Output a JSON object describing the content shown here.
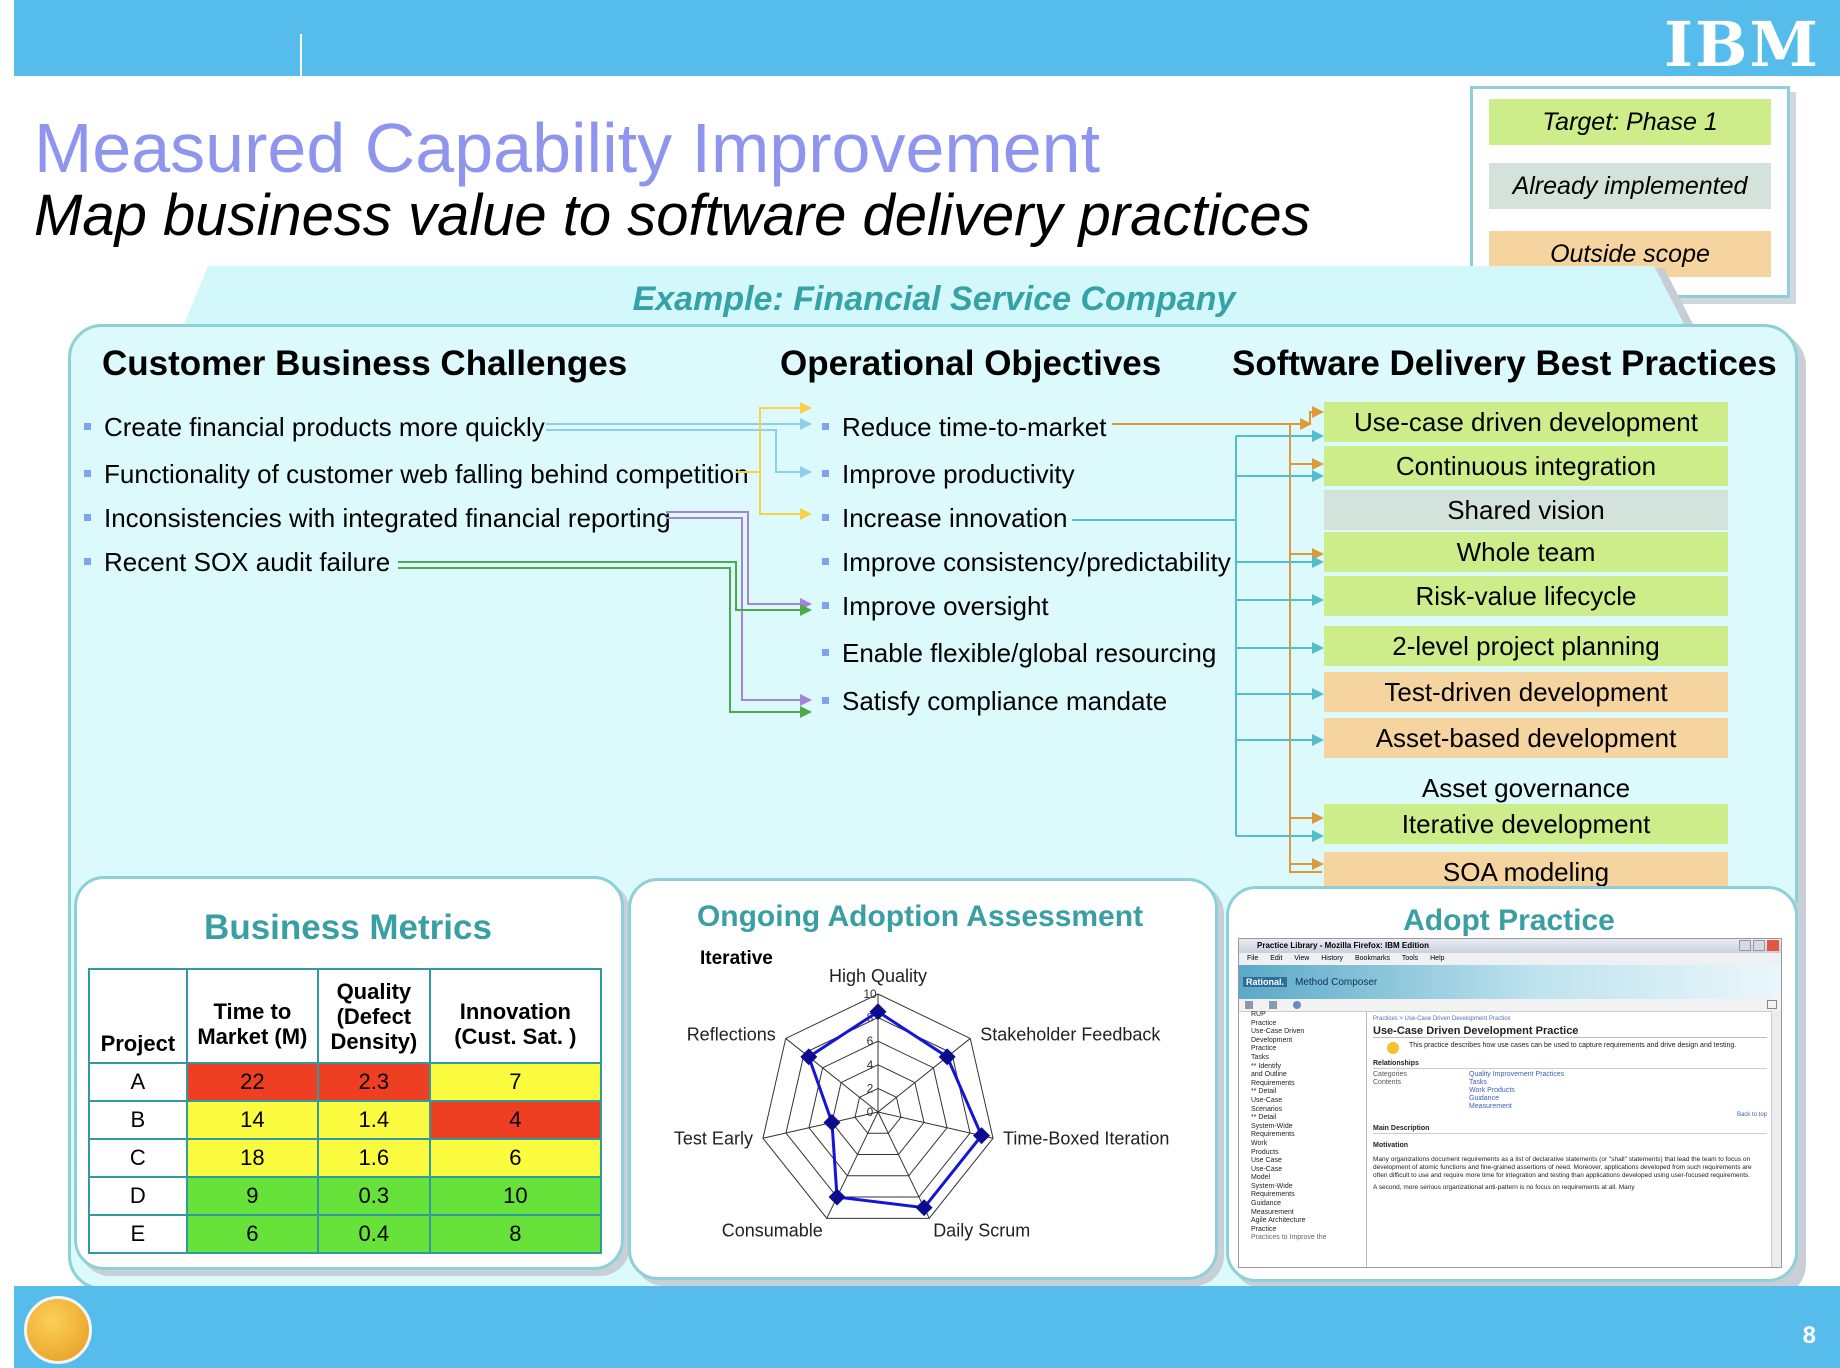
{
  "header": {
    "logo": "IBM",
    "page_number": "8"
  },
  "title": "Measured Capability Improvement",
  "subtitle": "Map business value to software delivery practices",
  "legend": [
    {
      "label": "Target: Phase 1",
      "color": "#cdec8a"
    },
    {
      "label": "Already implemented",
      "color": "#d3e2da"
    },
    {
      "label": "Outside scope",
      "color": "#f5d49f"
    }
  ],
  "example_label": "Example: Financial Service Company",
  "columns": {
    "challenges": "Customer Business Challenges",
    "objectives": "Operational Objectives",
    "practices": "Software Delivery Best Practices"
  },
  "challenges": [
    "Create financial products more quickly",
    "Functionality of customer web falling behind competition",
    "Inconsistencies with integrated financial reporting",
    "Recent SOX audit failure"
  ],
  "objectives": [
    "Reduce time-to-market",
    "Improve productivity",
    "Increase innovation",
    "Improve consistency/predictability",
    "Improve oversight",
    "Enable flexible/global resourcing",
    "Satisfy compliance mandate"
  ],
  "practices": [
    {
      "label": "Use-case driven development",
      "status": "target"
    },
    {
      "label": "Continuous integration",
      "status": "target"
    },
    {
      "label": "Shared vision",
      "status": "implemented"
    },
    {
      "label": "Whole team",
      "status": "target"
    },
    {
      "label": "Risk-value lifecycle",
      "status": "target"
    },
    {
      "label": "2-level project planning",
      "status": "target"
    },
    {
      "label": "Test-driven development",
      "status": "outside"
    },
    {
      "label": "Asset-based development",
      "status": "outside"
    },
    {
      "label": "Asset governance",
      "status": "none"
    },
    {
      "label": "Iterative development",
      "status": "target"
    },
    {
      "label": "SOA modeling",
      "status": "outside"
    }
  ],
  "status_colors": {
    "target": "#cdec8a",
    "implemented": "#d3e2da",
    "outside": "#f5d49f",
    "none": "#dcf9fb"
  },
  "metrics": {
    "title": "Business Metrics",
    "headers": [
      "Project",
      "Time to Market (M)",
      "Quality (Defect Density)",
      "Innovation (Cust. Sat. )"
    ],
    "rows": [
      {
        "project": "A",
        "ttm": "22",
        "quality": "2.3",
        "innovation": "7",
        "colors": [
          "#ee3f23",
          "#ee3f23",
          "#fbfb3f"
        ]
      },
      {
        "project": "B",
        "ttm": "14",
        "quality": "1.4",
        "innovation": "4",
        "colors": [
          "#fbfb3f",
          "#fbfb3f",
          "#ee3f23"
        ]
      },
      {
        "project": "C",
        "ttm": "18",
        "quality": "1.6",
        "innovation": "6",
        "colors": [
          "#fbfb3f",
          "#fbfb3f",
          "#fbfb3f"
        ]
      },
      {
        "project": "D",
        "ttm": "9",
        "quality": "0.3",
        "innovation": "10",
        "colors": [
          "#66e23a",
          "#66e23a",
          "#66e23a"
        ]
      },
      {
        "project": "E",
        "ttm": "6",
        "quality": "0.4",
        "innovation": "8",
        "colors": [
          "#66e23a",
          "#66e23a",
          "#66e23a"
        ]
      }
    ]
  },
  "assessment": {
    "title": "Ongoing Adoption Assessment",
    "series_label": "Iterative"
  },
  "chart_data": {
    "type": "radar",
    "title": "Ongoing Adoption Assessment",
    "categories": [
      "High Quality",
      "Stakeholder Feedback",
      "Time-Boxed Iteration",
      "Daily Scrum",
      "Consumable",
      "Test Early",
      "Reflections"
    ],
    "series": [
      {
        "name": "Iterative",
        "values": [
          8.5,
          7.5,
          9,
          9,
          8,
          4,
          7.5
        ]
      }
    ],
    "range": [
      0,
      10
    ],
    "ticks": [
      "0",
      "2",
      "4",
      "6",
      "8",
      "10"
    ]
  },
  "adopt": {
    "title": "Adopt Practice",
    "window_title": "Practice Library - Mozilla Firefox: IBM Edition",
    "menu": [
      "File",
      "Edit",
      "View",
      "History",
      "Bookmarks",
      "Tools",
      "Help"
    ],
    "brand": "Rational.",
    "brand_product": "Method Composer",
    "breadcrumb": "Practices > Use-Case Driven Development Practice",
    "heading": "Use-Case Driven Development Practice",
    "intro": "This practice describes how use cases can be used to capture requirements and drive design and testing.",
    "relationships_label": "Relationships",
    "rel_left": [
      "Categories",
      "Contents"
    ],
    "rel_links": [
      "Quality Improvement Practices",
      "Tasks",
      "Work Products",
      "Guidance",
      "Measurement"
    ],
    "back_to_top": "Back to top",
    "main_description": "Main Description",
    "motivation": "Motivation",
    "body1": "Many organizations document requirements as a list of declarative statements (or \"shall\" statements) that lead the team to focus on development of atomic functions and fine-grained assertions of need. Moreover, applications developed from such requirements are often difficult to use and require more time for integration and testing than applications developed using user-focused requirements.",
    "body2": "A second, more serious organizational anti-pattern is no focus on requirements at all. Many",
    "tree": [
      "RUP",
      "Practice",
      "Use-Case Driven",
      "Development",
      "Practice",
      "Tasks",
      "** Identify",
      "and Outline",
      "Requirements",
      "** Detail",
      "Use-Case",
      "Scenarios",
      "** Detail",
      "System-Wide",
      "Requirements",
      "Work",
      "Products",
      "Use Case",
      "Use-Case",
      "Model",
      "System-Wide",
      "Requirements",
      "Guidance",
      "Measurement",
      "Agile Architecture",
      "Practice"
    ],
    "tree_footer": "Practices to Improve the"
  }
}
